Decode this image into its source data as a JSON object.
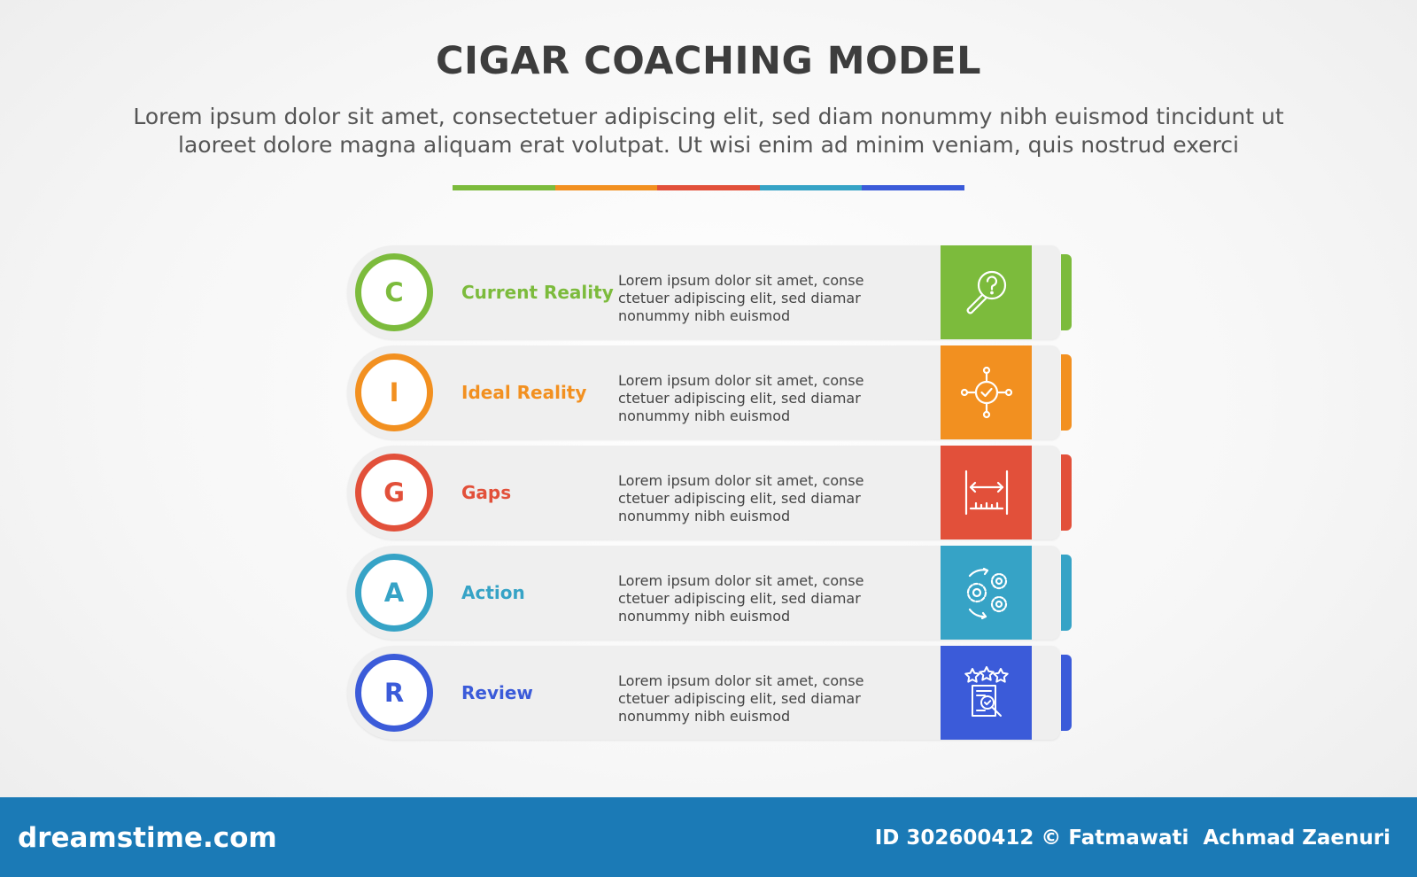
{
  "title": "CIGAR COACHING MODEL",
  "subtitle": {
    "line1": "Lorem ipsum dolor sit amet, consectetuer adipiscing elit, sed diam nonummy nibh euismod tincidunt ut",
    "line2": "laoreet dolore magna aliquam erat volutpat. Ut wisi enim ad minim veniam, quis nostrud exerci"
  },
  "divider_colors": [
    "#7cbb3c",
    "#f29020",
    "#e2503a",
    "#36a3c6",
    "#3b5bd9"
  ],
  "steps": [
    {
      "letter": "C",
      "label": "Current Reality",
      "color": "#7cbb3c",
      "icon": "magnifier-question-icon",
      "desc": [
        "Lorem ipsum dolor sit amet, conse",
        "ctetuer adipiscing elit, sed diamar",
        "nonummy nibh euismod"
      ]
    },
    {
      "letter": "I",
      "label": "Ideal Reality",
      "color": "#f29020",
      "icon": "target-check-network-icon",
      "desc": [
        "Lorem ipsum dolor sit amet, conse",
        "ctetuer adipiscing elit, sed diamar",
        "nonummy nibh euismod"
      ]
    },
    {
      "letter": "G",
      "label": "Gaps",
      "color": "#e2503a",
      "icon": "gap-measure-icon",
      "desc": [
        "Lorem ipsum dolor sit amet, conse",
        "ctetuer adipiscing elit, sed diamar",
        "nonummy nibh euismod"
      ]
    },
    {
      "letter": "A",
      "label": "Action",
      "color": "#36a3c6",
      "icon": "gears-cycle-icon",
      "desc": [
        "Lorem ipsum dolor sit amet, conse",
        "ctetuer adipiscing elit, sed diamar",
        "nonummy nibh euismod"
      ]
    },
    {
      "letter": "R",
      "label": "Review",
      "color": "#3b5bd9",
      "icon": "review-document-stars-icon",
      "desc": [
        "Lorem ipsum dolor sit amet, conse",
        "ctetuer adipiscing elit, sed diamar",
        "nonummy nibh euismod"
      ]
    }
  ],
  "footer": {
    "logo": "dreamstime.com",
    "credit": "ID 302600412 © Fatmawati  Achmad Zaenuri"
  }
}
